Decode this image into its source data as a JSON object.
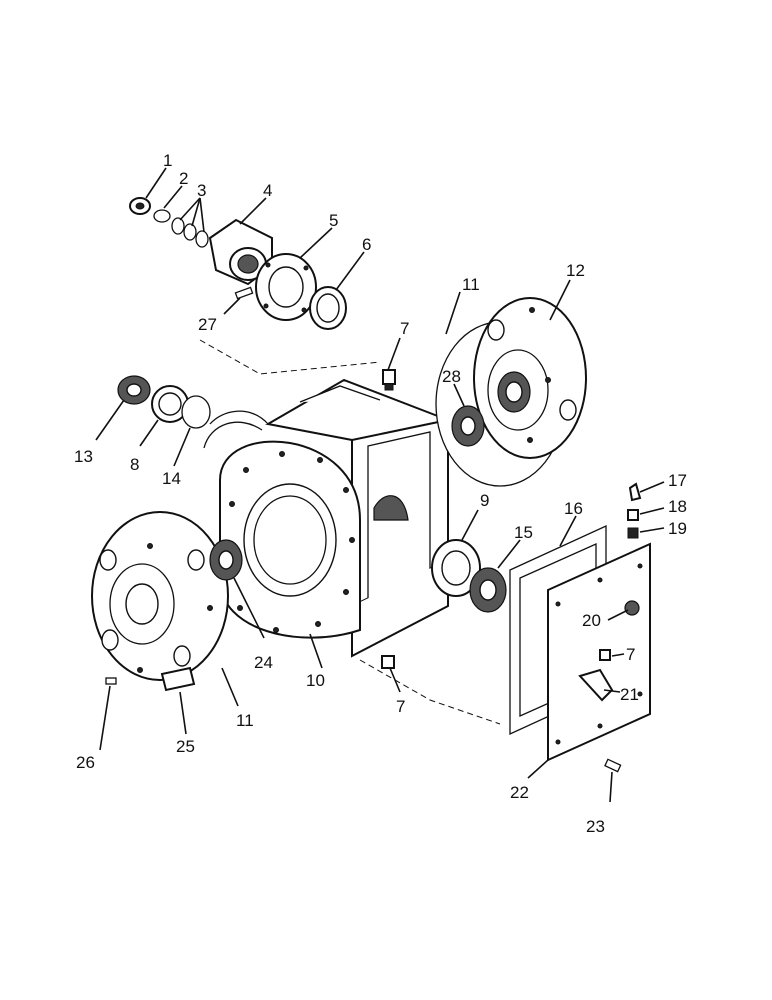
{
  "callouts": [
    {
      "id": "1",
      "text": "1"
    },
    {
      "id": "2",
      "text": "2"
    },
    {
      "id": "3",
      "text": "3"
    },
    {
      "id": "4",
      "text": "4"
    },
    {
      "id": "5",
      "text": "5"
    },
    {
      "id": "6",
      "text": "6"
    },
    {
      "id": "27",
      "text": "27"
    },
    {
      "id": "7a",
      "text": "7"
    },
    {
      "id": "11a",
      "text": "11"
    },
    {
      "id": "12",
      "text": "12"
    },
    {
      "id": "28",
      "text": "28"
    },
    {
      "id": "13",
      "text": "13"
    },
    {
      "id": "8",
      "text": "8"
    },
    {
      "id": "14",
      "text": "14"
    },
    {
      "id": "17",
      "text": "17"
    },
    {
      "id": "18",
      "text": "18"
    },
    {
      "id": "19",
      "text": "19"
    },
    {
      "id": "16",
      "text": "16"
    },
    {
      "id": "9",
      "text": "9"
    },
    {
      "id": "15",
      "text": "15"
    },
    {
      "id": "20",
      "text": "20"
    },
    {
      "id": "7b",
      "text": "7"
    },
    {
      "id": "21",
      "text": "21"
    },
    {
      "id": "24",
      "text": "24"
    },
    {
      "id": "10",
      "text": "10"
    },
    {
      "id": "7c",
      "text": "7"
    },
    {
      "id": "11b",
      "text": "11"
    },
    {
      "id": "25",
      "text": "25"
    },
    {
      "id": "26",
      "text": "26"
    },
    {
      "id": "22",
      "text": "22"
    },
    {
      "id": "23",
      "text": "23"
    }
  ]
}
